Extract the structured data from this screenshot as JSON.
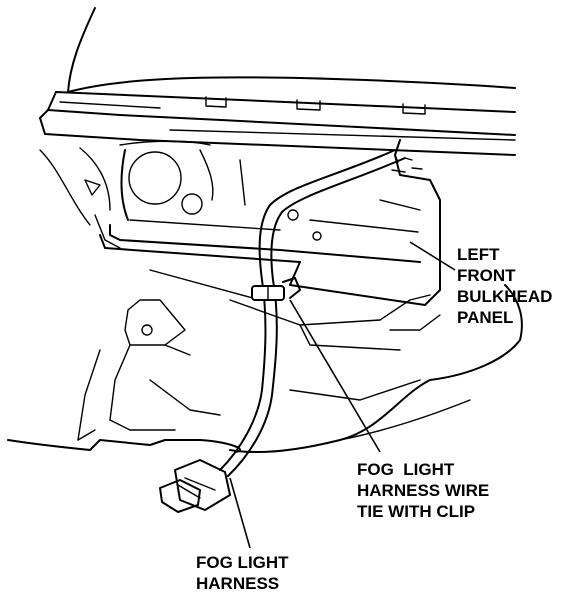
{
  "labels": {
    "left_front_bulkhead_panel": [
      "LEFT",
      "FRONT",
      "BULKHEAD",
      "PANEL"
    ],
    "fog_light_harness_wire_tie": [
      "FOG  LIGHT",
      "HARNESS WIRE",
      "TIE WITH CLIP"
    ],
    "fog_light_harness": [
      "FOG LIGHT",
      "HARNESS"
    ]
  }
}
